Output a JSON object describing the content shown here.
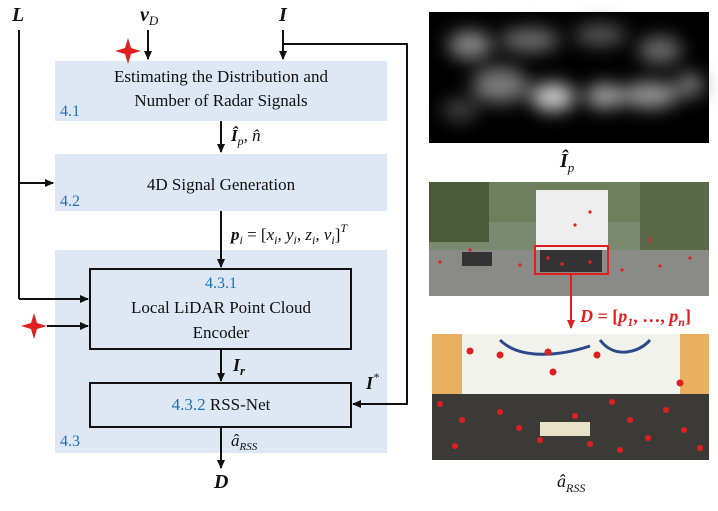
{
  "inputs": {
    "lidar": "L",
    "velocity_base": "v",
    "velocity_sub": "D",
    "image": "I"
  },
  "stage_41": {
    "num": "4.1",
    "line1": "Estimating the Distribution and",
    "line2": "Number of Radar Signals"
  },
  "edge_41_42": {
    "sym": "Î",
    "sub": "p",
    "rest": ", n̂"
  },
  "stage_42": {
    "num": "4.2",
    "label": "4D Signal Generation"
  },
  "edge_42_43": {
    "lhs": "p",
    "lhs_sub": "i",
    "eq": " = [",
    "x": "x",
    "xs": "i",
    "y": ", y",
    "ys": "i",
    "z": ", z",
    "zs": "i",
    "v": ", v",
    "vs": "i",
    "close": "]",
    "sup": "T"
  },
  "stage_43": {
    "num": "4.3"
  },
  "stage_431": {
    "num": "4.3.1",
    "line1": "Local LiDAR Point Cloud",
    "line2": "Encoder"
  },
  "edge_431_432": {
    "sym": "I",
    "sub": "r"
  },
  "stage_432": {
    "num": "4.3.2",
    "label": " RSS-Net"
  },
  "istar": {
    "sym": "I",
    "sup": "*"
  },
  "output_rss": {
    "sym": "â",
    "sub": "RSS"
  },
  "output_d": "D",
  "right": {
    "ip_label": {
      "sym": "Î",
      "sub": "p"
    },
    "d_eq": {
      "lhs": "D",
      "eq": " = [",
      "p1": "p",
      "s1": "1",
      "dots": ", …, ",
      "pn": "p",
      "sn": "n",
      "close": "]"
    },
    "rss_label": {
      "sym": "â",
      "sub": "RSS"
    }
  },
  "colors": {
    "panel": "#dde8f4",
    "accent_blue": "#1f6fb5",
    "accent_red": "#e02020"
  }
}
